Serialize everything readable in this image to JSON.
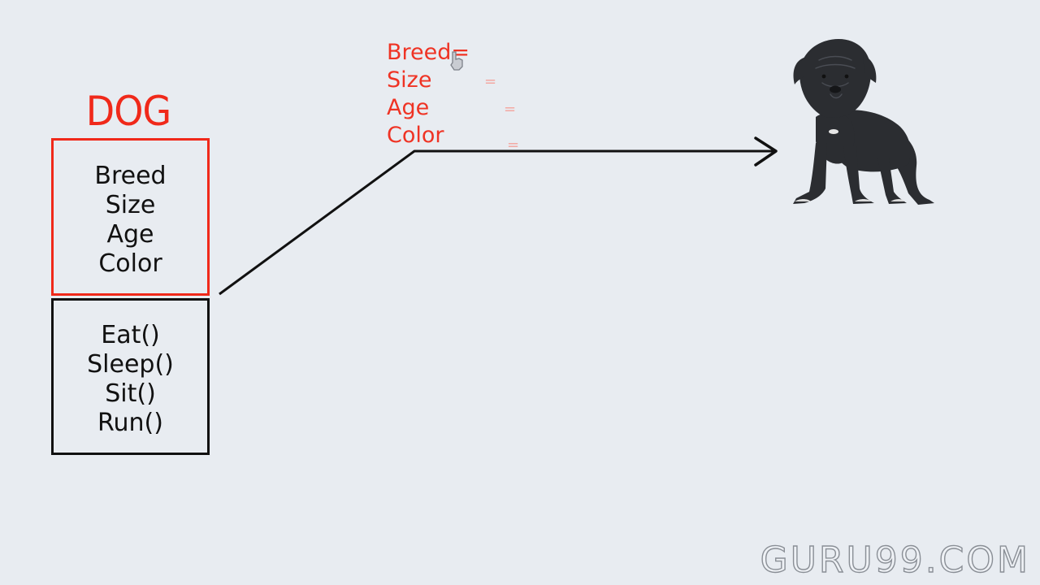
{
  "class_diagram": {
    "title": "DOG",
    "attributes": [
      "Breed",
      "Size",
      "Age",
      "Color"
    ],
    "methods": [
      "Eat()",
      "Sleep()",
      "Sit()",
      "Run()"
    ]
  },
  "object_properties": {
    "lines": [
      "Breed=",
      "Size",
      "Age",
      "Color"
    ],
    "equals_signs": [
      "=",
      "=",
      "="
    ]
  },
  "object_image": {
    "subject": "black-puppy",
    "color": "#2b2d31"
  },
  "watermark": "GURU99.COM",
  "colors": {
    "accent": "#f0291a",
    "text": "#111111",
    "background": "#e8ecf1"
  }
}
